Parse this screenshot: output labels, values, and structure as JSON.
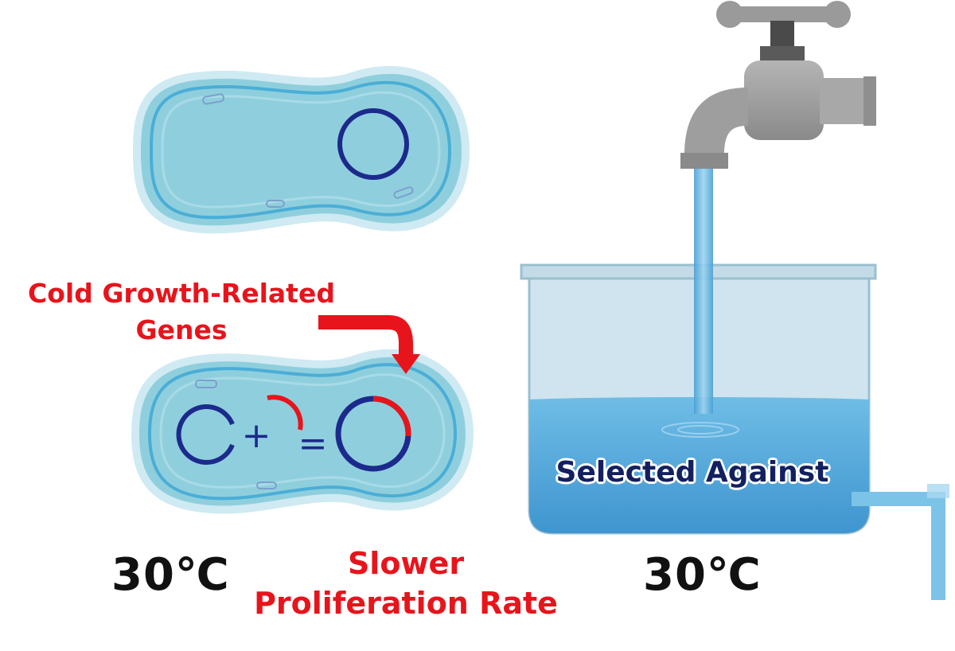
{
  "labels": {
    "cold_growth_line1": "Cold Growth-Related",
    "cold_growth_line2": "Genes",
    "slower_line1": "Slower",
    "slower_line2": "Proliferation Rate",
    "temp_left": "30℃",
    "temp_right": "30℃",
    "selected_against": "Selected Against"
  },
  "operators": {
    "plus": "+",
    "equals": "="
  },
  "colors": {
    "cell_fill": "#8fcfdd",
    "cell_membrane": "#4aaed6",
    "cell_border": "#b9e2ec",
    "plasmid": "#1c2a8c",
    "gene_insert": "#e8141b",
    "arrow": "#e8141b",
    "faucet": "#9a9a9a",
    "water": "#5aaedc",
    "tank_glass": "#c9e1eb"
  },
  "icons": [
    "bacterium-cell",
    "plasmid-ring",
    "gene-insert-arc",
    "bent-arrow",
    "faucet-icon",
    "water-stream",
    "water-tank",
    "overflow-pipe"
  ]
}
